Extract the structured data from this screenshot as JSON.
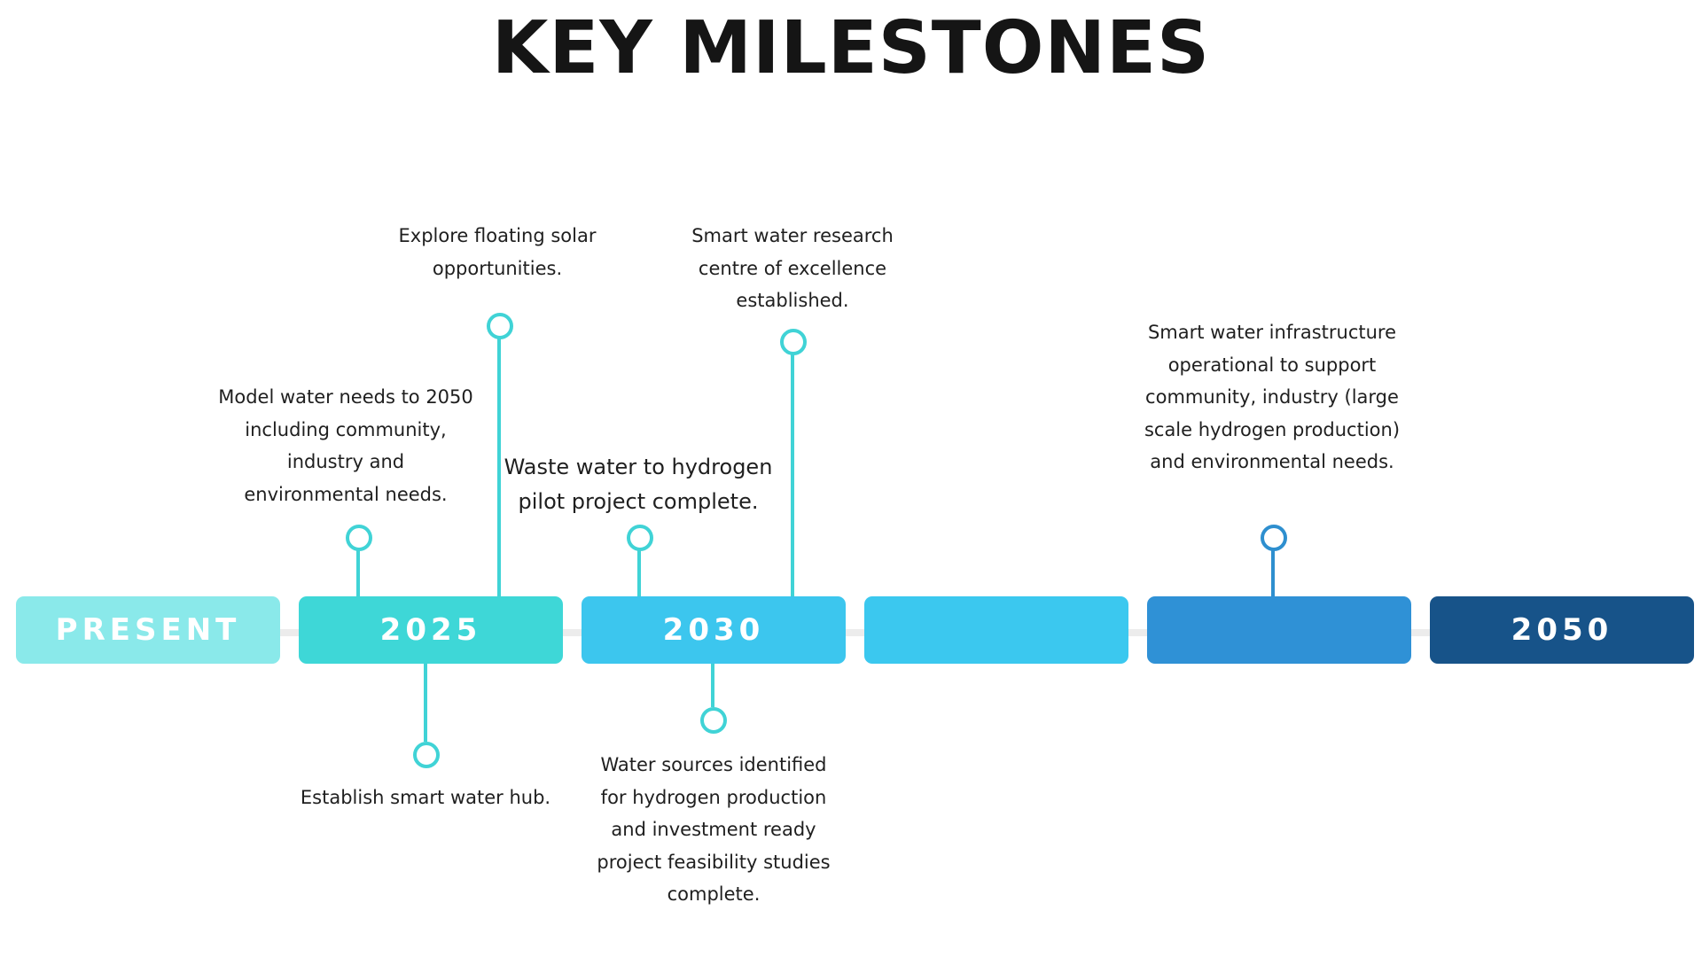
{
  "title": "KEY MILESTONES",
  "timeline": {
    "segments": [
      {
        "label": "PRESENT",
        "color": "#8ae9ea"
      },
      {
        "label": "2025",
        "color": "#3ed7d7"
      },
      {
        "label": "2030",
        "color": "#3cc6ee"
      },
      {
        "label": "",
        "color": "#3bc8ef"
      },
      {
        "label": "",
        "color": "#2f91d6"
      },
      {
        "label": "2050",
        "color": "#175389"
      }
    ],
    "connector_color": "#40d3d6",
    "connector_color_dark": "#2e8fcf"
  },
  "milestones": [
    {
      "text": "Model water needs to 2050 including community, industry and environmental needs."
    },
    {
      "text": "Explore floating solar opportunities."
    },
    {
      "text": "Establish smart water hub."
    },
    {
      "text": "Waste water to hydrogen pilot project complete."
    },
    {
      "text": "Water sources identified for hydrogen production and investment ready project feasibility studies complete."
    },
    {
      "text": "Smart water research centre of excellence established."
    },
    {
      "text": "Smart water infrastructure operational to support community, industry (large scale hydrogen production) and environmental needs."
    }
  ]
}
